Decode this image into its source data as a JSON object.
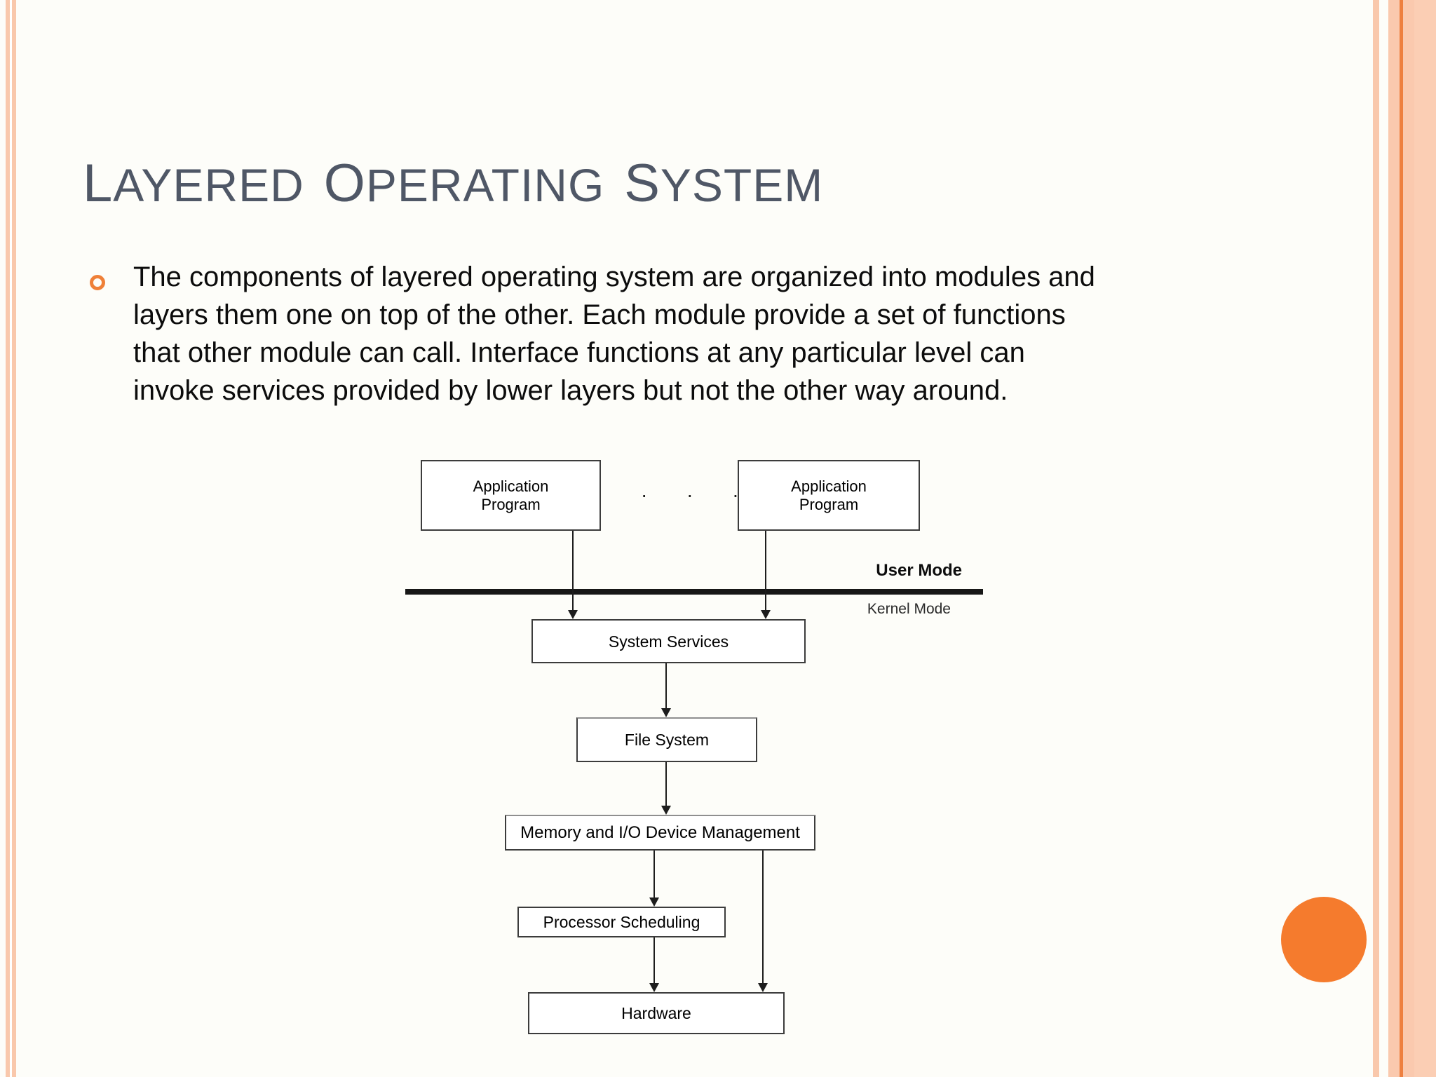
{
  "slide": {
    "title": "Layered Operating System",
    "title_words": [
      {
        "lead": "L",
        "rest": "ayered"
      },
      {
        "lead": "O",
        "rest": "perating"
      },
      {
        "lead": "S",
        "rest": "ystem"
      }
    ],
    "bullet_lines": [
      "The components of layered operating system are organized into modules and",
      "layers them one on top of the other. Each module provide a set of functions",
      "that other module can call. Interface functions at any particular level can",
      "invoke services provided by lower layers but not the other way around."
    ]
  },
  "diagram": {
    "app_program_left": "Application\nProgram",
    "app_program_right": "Application\nProgram",
    "ellipsis": "· · ·",
    "user_mode": "User Mode",
    "kernel_mode": "Kernel Mode",
    "system_services": "System Services",
    "file_system": "File System",
    "memory_io": "Memory and I/O Device Management",
    "processor_scheduling": "Processor Scheduling",
    "hardware": "Hardware"
  },
  "colors": {
    "accent_orange": "#f57b2d",
    "stripe_peach": "#f9c8ac",
    "stripe_orange_line": "#ee8040",
    "title_gray": "#4f5766"
  }
}
